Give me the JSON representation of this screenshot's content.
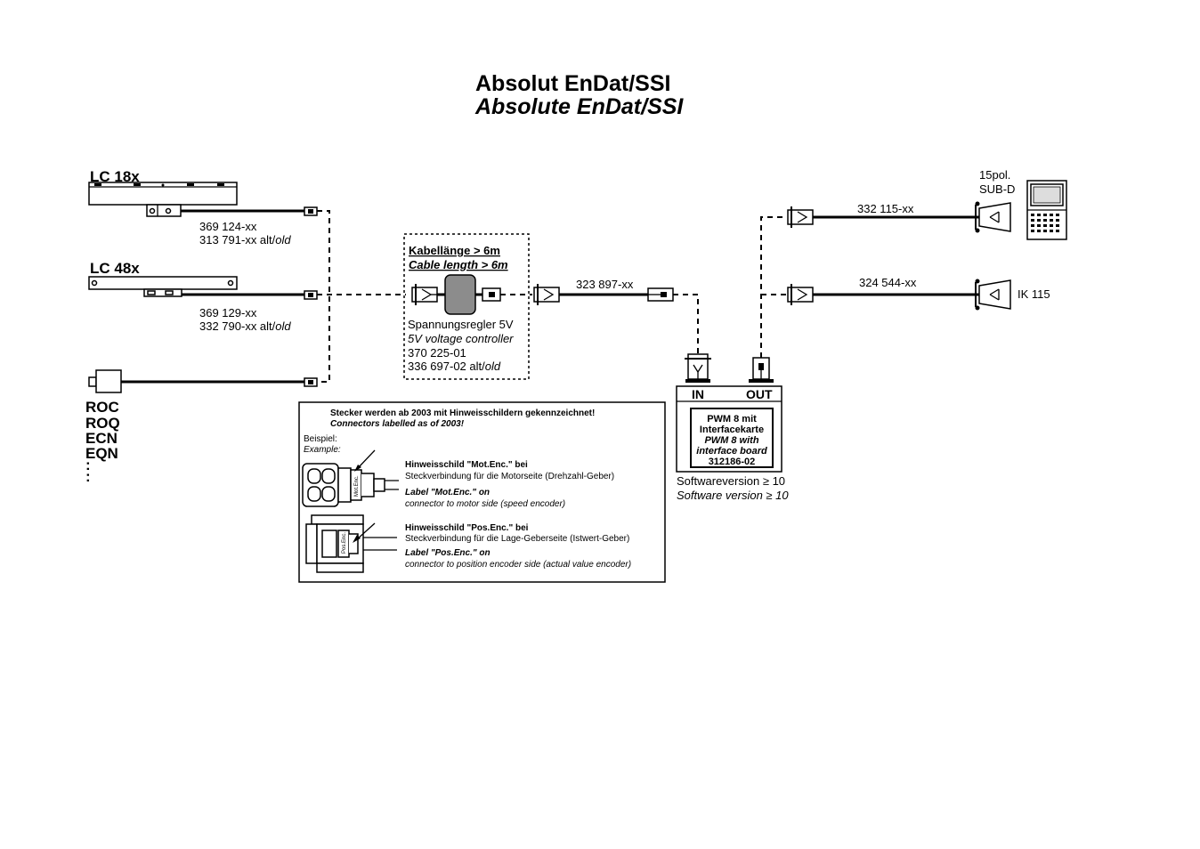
{
  "title": {
    "german": "Absolut EnDat/SSI",
    "english": "Absolute EnDat/SSI"
  },
  "encoders": {
    "lc18x": {
      "name": "LC 18x",
      "cable_id": "369 124-xx",
      "old_id": "313 791-xx alt/",
      "old_word": "old"
    },
    "lc48x": {
      "name": "LC 48x",
      "cable_id": "369 129-xx",
      "old_id": "332 790-xx alt/",
      "old_word": "old"
    },
    "rotary": {
      "names": [
        "ROC",
        "ROQ",
        "ECN",
        "EQN"
      ],
      "ellipsis": ":"
    }
  },
  "voltage_controller": {
    "cable_length_de": "Kabellänge > 6m",
    "cable_length_en": "Cable length > 6m",
    "name_de": "Spannungsregler 5V",
    "name_en": "5V voltage controller",
    "part_id": "370 225-01",
    "old_id": "336 697-02 alt/",
    "old_word": "old"
  },
  "cables": {
    "main": "323 897-xx",
    "subd": "332 115-xx",
    "ik115": "324 544-xx"
  },
  "targets": {
    "subd_line1": "15pol.",
    "subd_line2": "SUB-D",
    "ik115": "IK 115"
  },
  "pwm": {
    "in_label": "IN",
    "out_label": "OUT",
    "line1": "PWM 8 mit",
    "line2": "Interfacekarte",
    "line3": "PWM 8 with",
    "line4": "interface board",
    "line5": "312186-02",
    "software_de": "Softwareversion ≥ 10",
    "software_en": "Software version ≥ 10"
  },
  "notice": {
    "heading_de": "Stecker werden ab 2003 mit Hinweisschildern gekennzeichnet!",
    "heading_en": "Connectors labelled as of 2003!",
    "example_de": "Beispiel:",
    "example_en": "Example:",
    "mot": {
      "title_de": "Hinweisschild \"Mot.Enc.\" bei",
      "desc_de": "Steckverbindung für die Motorseite (Drehzahl-Geber)",
      "title_en": "Label \"Mot.Enc.\" on",
      "desc_en": "connector to motor side (speed encoder)",
      "tag": "Mot.Enc."
    },
    "pos": {
      "title_de": "Hinweisschild \"Pos.Enc.\" bei",
      "desc_de": "Steckverbindung für die Lage-Geberseite (Istwert-Geber)",
      "title_en": "Label \"Pos.Enc.\" on",
      "desc_en": "connector to position encoder side (actual value encoder)",
      "tag": "Pos.Enc."
    }
  }
}
